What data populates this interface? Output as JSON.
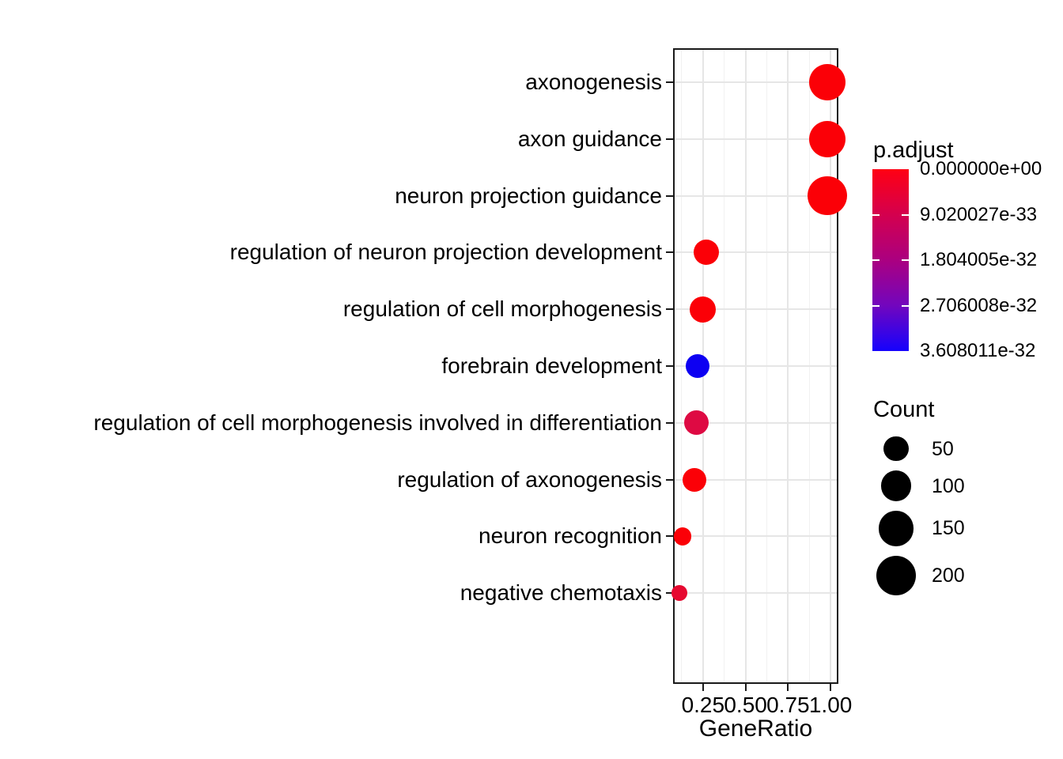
{
  "chart_data": {
    "type": "scatter",
    "title": "",
    "xlabel": "GeneRatio",
    "ylabel": "",
    "grid": true,
    "x_ticks": [
      "0.25",
      "0.50",
      "0.75",
      "1.00"
    ],
    "x_tick_values": [
      0.25,
      0.5,
      0.75,
      1.0
    ],
    "x_minor_values": [
      0.125,
      0.375,
      0.625,
      0.875
    ],
    "xlim": [
      0.074,
      1.046
    ],
    "categories": [
      "axonogenesis",
      "axon guidance",
      "neuron projection guidance",
      "regulation of neuron projection development",
      "regulation of cell morphogenesis",
      "forebrain development",
      "regulation of cell morphogenesis involved in differentiation",
      "regulation of axonogenesis",
      "neuron recognition",
      "negative chemotaxis"
    ],
    "points": [
      {
        "label": "axonogenesis",
        "gene_ratio": 0.98,
        "count": 160,
        "color": "#fb0007"
      },
      {
        "label": "axon guidance",
        "gene_ratio": 0.98,
        "count": 160,
        "color": "#fb0007"
      },
      {
        "label": "neuron projection guidance",
        "gene_ratio": 0.98,
        "count": 195,
        "color": "#fb0007"
      },
      {
        "label": "regulation of neuron projection development",
        "gene_ratio": 0.27,
        "count": 55,
        "color": "#fb0007"
      },
      {
        "label": "regulation of cell morphogenesis",
        "gene_ratio": 0.25,
        "count": 60,
        "color": "#fb0007"
      },
      {
        "label": "forebrain development",
        "gene_ratio": 0.22,
        "count": 44,
        "color": "#0d00f2"
      },
      {
        "label": "regulation of cell morphogenesis involved in differentiation",
        "gene_ratio": 0.21,
        "count": 50,
        "color": "#de0a43"
      },
      {
        "label": "regulation of axonogenesis",
        "gene_ratio": 0.2,
        "count": 45,
        "color": "#fb0007"
      },
      {
        "label": "neuron recognition",
        "gene_ratio": 0.13,
        "count": 16,
        "color": "#fb0007"
      },
      {
        "label": "negative chemotaxis",
        "gene_ratio": 0.11,
        "count": 8,
        "color": "#e60930"
      }
    ],
    "legends": {
      "color": {
        "title": "p.adjust",
        "labels": [
          "0.000000e+00",
          "9.020027e-33",
          "1.804005e-32",
          "2.706008e-32",
          "3.608011e-32"
        ],
        "gradient": [
          "#ff0013",
          "#d4004e",
          "#ab0080",
          "#7206be",
          "#1502fd"
        ],
        "position": "right"
      },
      "size": {
        "title": "Count",
        "entries": [
          {
            "label": "50",
            "count": 50
          },
          {
            "label": "100",
            "count": 100
          },
          {
            "label": "150",
            "count": 150
          },
          {
            "label": "200",
            "count": 200
          }
        ],
        "position": "right"
      }
    }
  }
}
